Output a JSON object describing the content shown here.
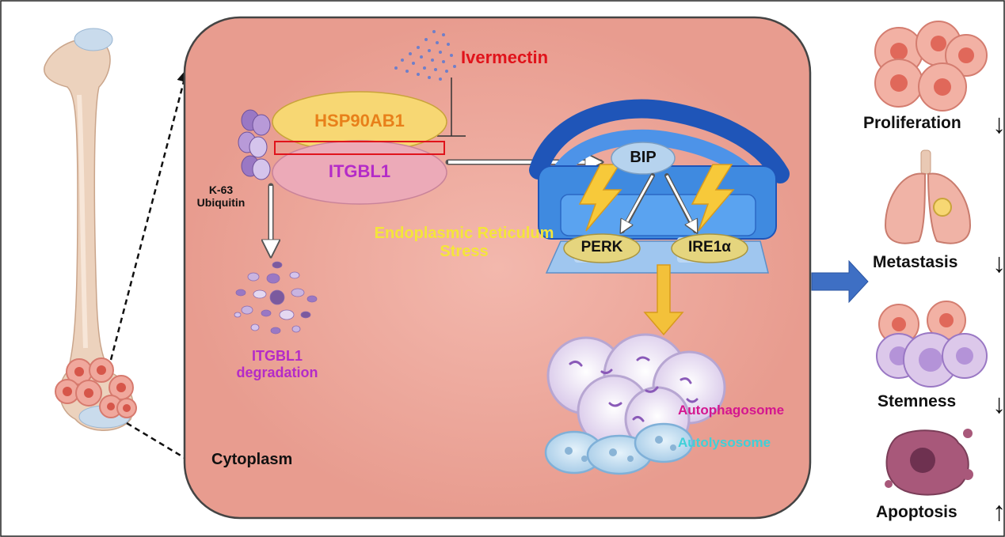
{
  "labels": {
    "ivermectin": "Ivermectin",
    "hsp90ab1": "HSP90AB1",
    "itgbl1": "ITGBL1",
    "k63_line1": "K-63",
    "k63_line2": "Ubiquitin",
    "degradation_line1": "ITGBL1",
    "degradation_line2": "degradation",
    "er_stress_line1": "Endoplasmic Reticulum",
    "er_stress_line2": "Stress",
    "bip": "BIP",
    "perk": "PERK",
    "ire1a": "IRE1α",
    "autophagosome": "Autophagosome",
    "autolysosome": "Autolysosome",
    "cytoplasm": "Cytoplasm"
  },
  "outcomes": [
    {
      "label": "Proliferation",
      "direction": "down",
      "arrow": "↓"
    },
    {
      "label": "Metastasis",
      "direction": "down",
      "arrow": "↓"
    },
    {
      "label": "Stemness",
      "direction": "down",
      "arrow": "↓"
    },
    {
      "label": "Apoptosis",
      "direction": "up",
      "arrow": "↑"
    }
  ],
  "colors": {
    "cell_fill": "#eaa598",
    "ivermectin": "#e0131b",
    "hsp90ab1": "#e8801a",
    "itgbl1": "#b42bc8",
    "er_stress": "#f4e53a",
    "autophagosome": "#d4168f",
    "autolysosome": "#3fd0d8",
    "er_blue": "#3f8ae0",
    "arrow_blue": "#3e6fc4"
  }
}
